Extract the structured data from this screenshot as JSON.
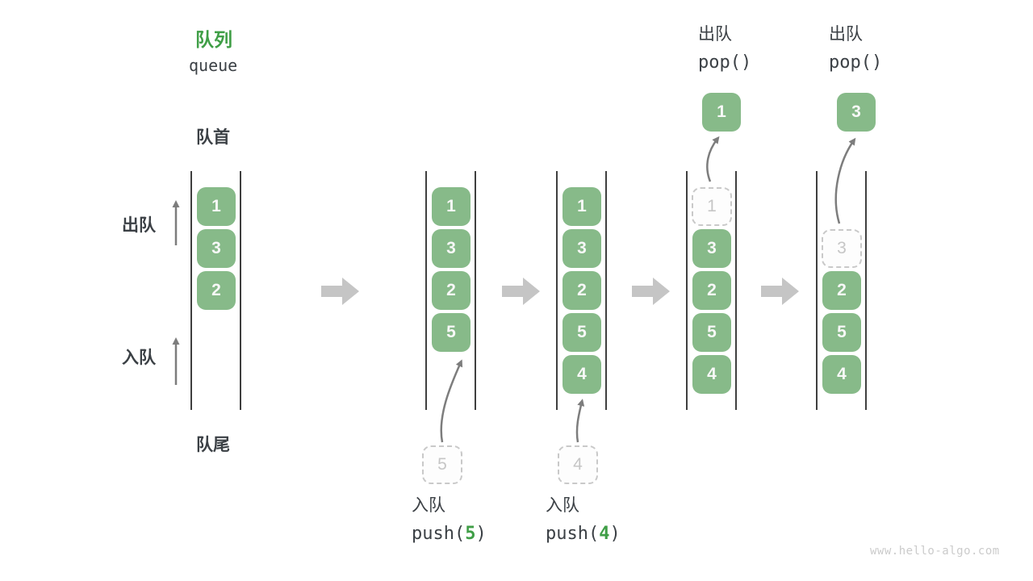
{
  "title": {
    "zh": "队列",
    "en": "queue"
  },
  "side_labels": {
    "front": "队首",
    "rear": "队尾",
    "dequeue": "出队",
    "enqueue": "入队"
  },
  "watermark": "www.hello-algo.com",
  "colors": {
    "green_accent": "#3f9e46",
    "box_green": "#87ba89",
    "box_text": "#f8f8f8",
    "text_dark": "#3b4045",
    "ghost_border": "#c9c9c9",
    "ghost_text": "#c6c6c6",
    "rail": "#3f3f3f",
    "block_arrow": "#c5c5c5",
    "thin_arrow": "#7d7d7d",
    "watermark_text": "#cbcbcb"
  },
  "states": [
    {
      "boxes": [
        {
          "slot": 0,
          "value": "1"
        },
        {
          "slot": 1,
          "value": "3"
        },
        {
          "slot": 2,
          "value": "2"
        }
      ]
    },
    {
      "boxes": [
        {
          "slot": 0,
          "value": "1"
        },
        {
          "slot": 1,
          "value": "3"
        },
        {
          "slot": 2,
          "value": "2"
        },
        {
          "slot": 3,
          "value": "5"
        }
      ],
      "incoming": {
        "value": "5",
        "label": "入队",
        "code_pre": "push(",
        "code_arg": "5",
        "code_post": ")"
      }
    },
    {
      "boxes": [
        {
          "slot": 0,
          "value": "1"
        },
        {
          "slot": 1,
          "value": "3"
        },
        {
          "slot": 2,
          "value": "2"
        },
        {
          "slot": 3,
          "value": "5"
        },
        {
          "slot": 4,
          "value": "4"
        }
      ],
      "incoming": {
        "value": "4",
        "label": "入队",
        "code_pre": "push(",
        "code_arg": "4",
        "code_post": ")"
      }
    },
    {
      "boxes": [
        {
          "slot": 0,
          "value": "1",
          "ghost": true
        },
        {
          "slot": 1,
          "value": "3"
        },
        {
          "slot": 2,
          "value": "2"
        },
        {
          "slot": 3,
          "value": "5"
        },
        {
          "slot": 4,
          "value": "4"
        }
      ],
      "popped": {
        "value": "1",
        "label": "出队",
        "code": "pop()"
      }
    },
    {
      "boxes": [
        {
          "slot": 1,
          "value": "3",
          "ghost": true
        },
        {
          "slot": 2,
          "value": "2"
        },
        {
          "slot": 3,
          "value": "5"
        },
        {
          "slot": 4,
          "value": "4"
        }
      ],
      "popped": {
        "value": "3",
        "label": "出队",
        "code": "pop()"
      }
    }
  ]
}
